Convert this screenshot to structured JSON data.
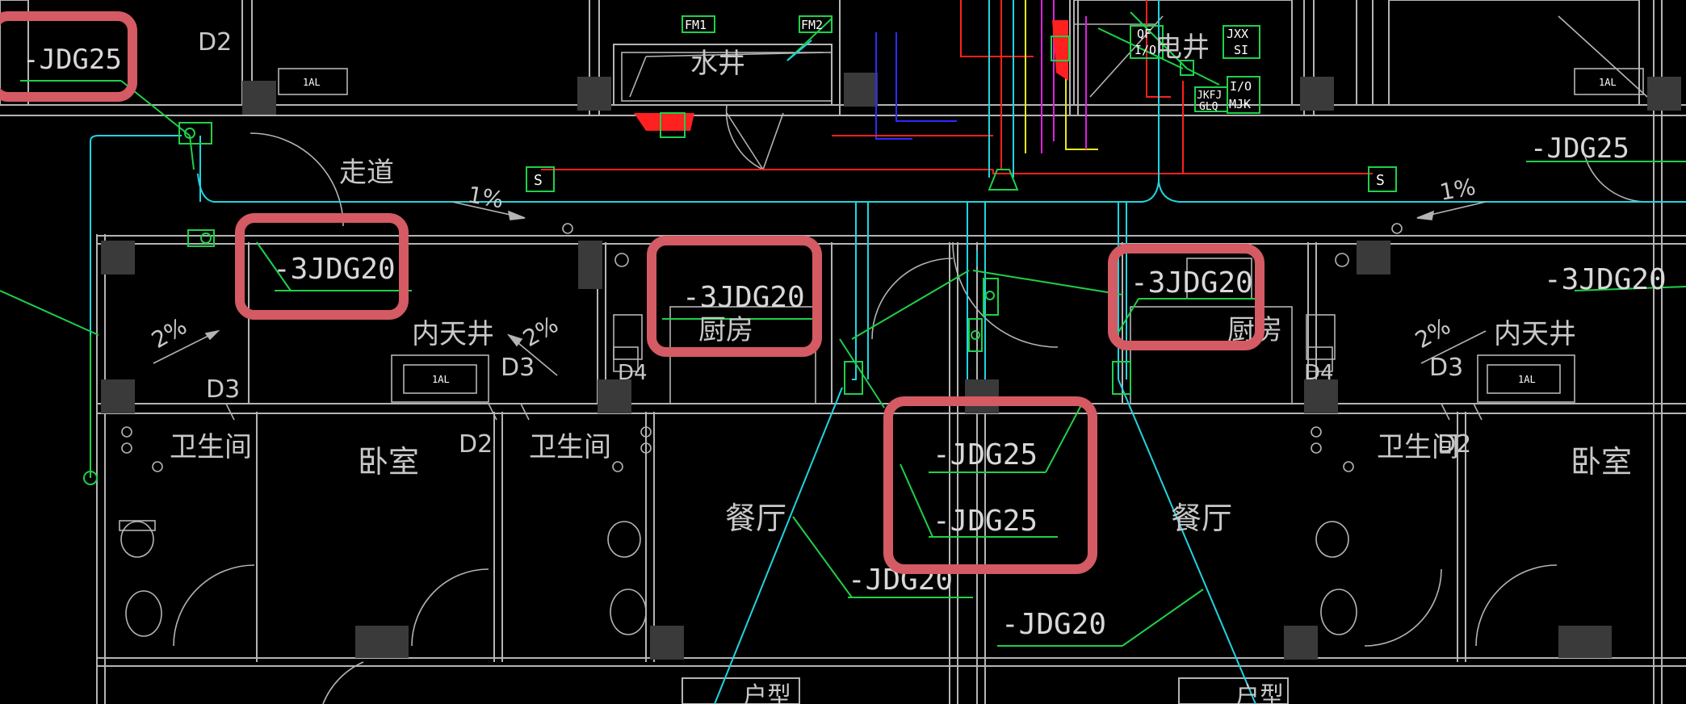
{
  "drawing": {
    "background": "#000000",
    "colors": {
      "wall": "#b4b4b4",
      "fixture": "#8a8a8a",
      "conduit": "#22d4e0",
      "leader": "#1fd04a",
      "red": "#ff2020",
      "blue": "#2b2bff",
      "yellow": "#e8e820",
      "magenta": "#e020e0",
      "highlight": "#d45a63",
      "column_fill": "#3a3a3a"
    }
  },
  "room_labels": {
    "shaft": "水井",
    "corridor": "走道",
    "cabinet_marker": "电井",
    "inner_shaft_left": "内天井",
    "inner_shaft_right": "内天井",
    "kitchen_left": "厨房",
    "kitchen_right": "厨房",
    "bath_left_a": "卫生间",
    "bath_left_b": "卫生间",
    "bath_right": "卫生间",
    "bedroom_left": "卧室",
    "bedroom_right": "卧室",
    "dining_left": "餐厅",
    "dining_right": "餐厅",
    "bottom_left_fragment": "户型",
    "bottom_right_fragment": "户型"
  },
  "door_tags": {
    "d2_top": "D2",
    "d3_left": "D3",
    "d3_left_b": "D3",
    "d2_mid": "D2",
    "d3_right": "D3",
    "d2_right": "D2",
    "d4_left": "D4",
    "d4_right": "D4"
  },
  "slope_labels": {
    "corridor_left": "1%",
    "corridor_right": "1%",
    "shaft_left_a": "2%",
    "shaft_left_b": "2%",
    "shaft_right": "2%"
  },
  "equipment_tags": {
    "fm1": "FM1",
    "fm2": "FM2",
    "qf": "QF",
    "io_a": "I/O",
    "jxx": "JXX",
    "si": "SI",
    "io_b": "I/O",
    "jkfj": "JKFJ",
    "glq": "GLQ",
    "mjk": "MJK",
    "s_left": "S",
    "s_right": "S",
    "panel_code": "1AL"
  },
  "conduit_labels": {
    "jdg25_top_left": "-JDG25",
    "jdg25_top_right": "-JDG25",
    "jdg20_3_left": "-3JDG20",
    "jdg20_3_center": "-3JDG20",
    "jdg20_3_right_mid": "-3JDG20",
    "jdg20_3_far_right": "-3JDG20",
    "jdg25_center_a": "-JDG25",
    "jdg25_center_b": "-JDG25",
    "jdg20_bottom_left": "-JDG20",
    "jdg20_bottom_right": "-JDG20"
  }
}
